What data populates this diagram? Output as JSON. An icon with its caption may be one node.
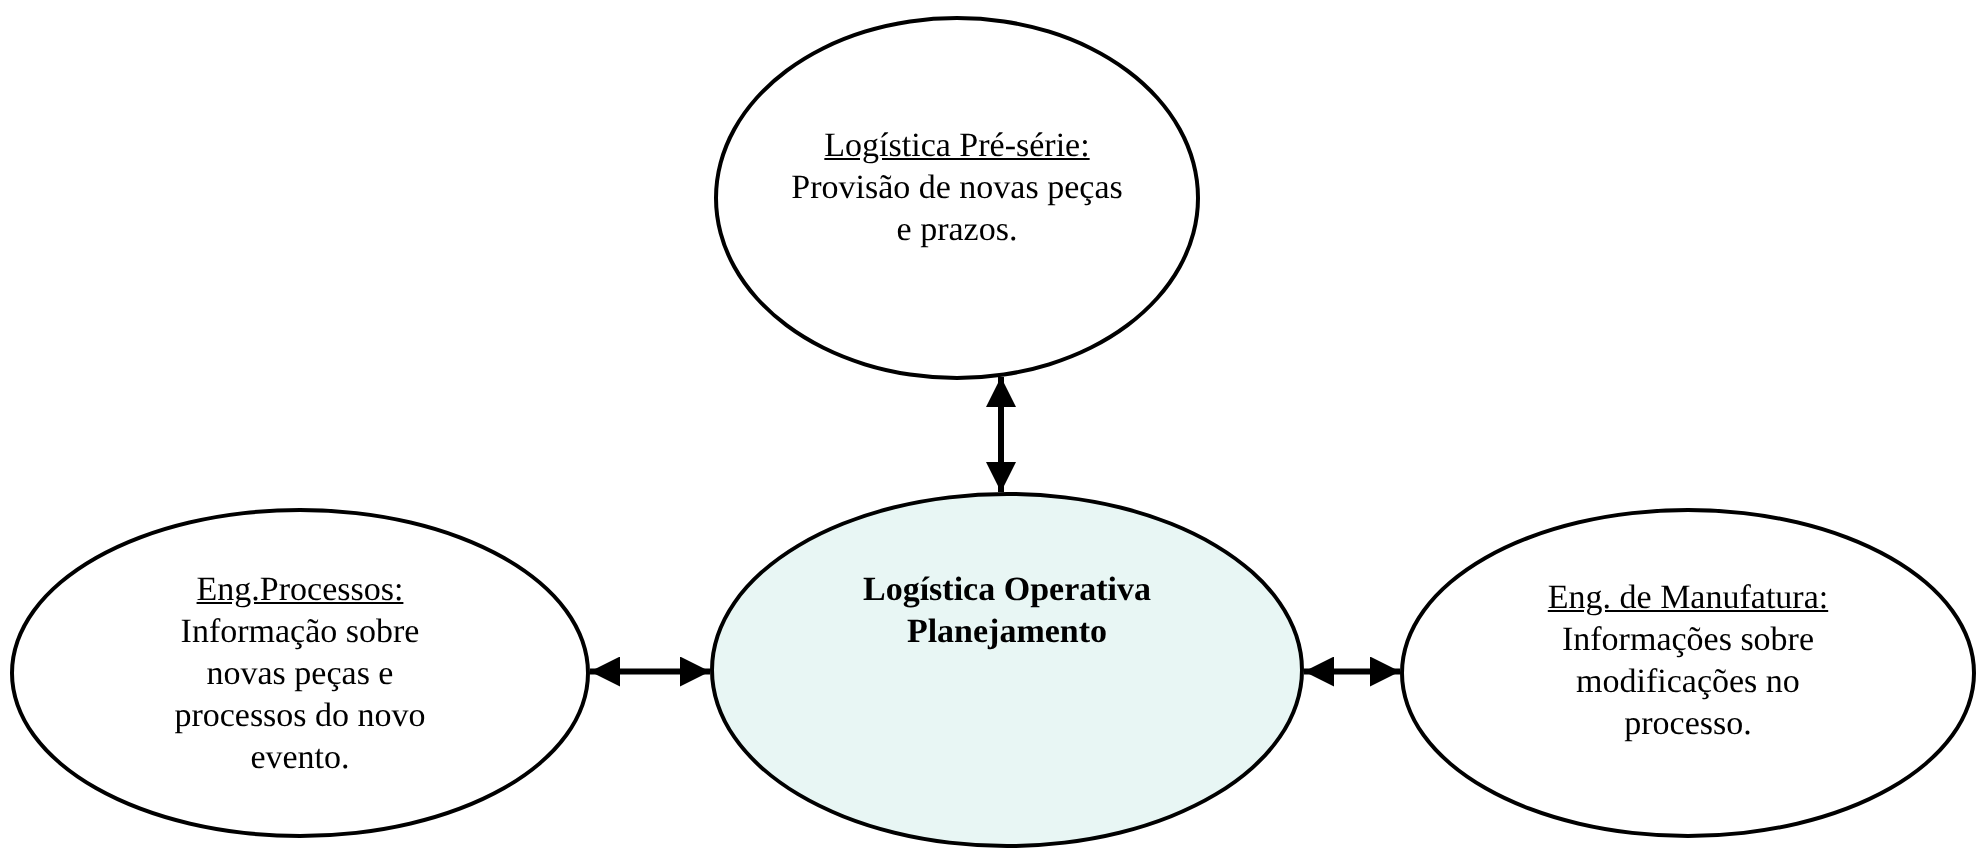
{
  "diagram": {
    "nodes": [
      {
        "text": [
          "Logística Pré-série:",
          "Provisão de novas peças e prazos."
        ]
      },
      {
        "text": [
          "Eng.Processos:",
          "Informação sobre novas peças e processos do novo evento."
        ]
      },
      {
        "text": [
          "Logística Operativa Planejamento"
        ]
      },
      {
        "text": [
          "Eng. de Manufatura:",
          "Informações sobre modificações no processo."
        ]
      }
    ],
    "edges": [
      {
        "from": 2,
        "to": 0,
        "arrow": "both"
      },
      {
        "from": 1,
        "to": 2,
        "arrow": "both"
      },
      {
        "from": 2,
        "to": 3,
        "arrow": "both"
      }
    ]
  }
}
